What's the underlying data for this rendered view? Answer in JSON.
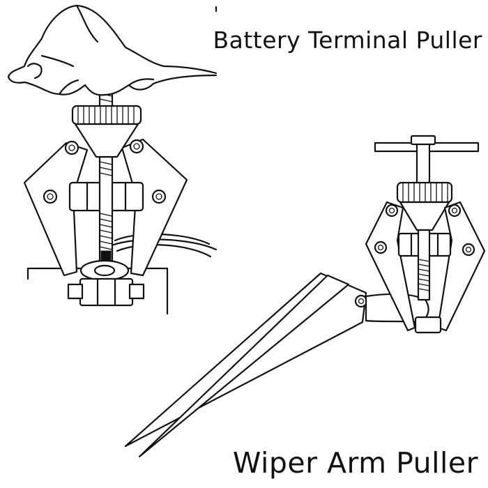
{
  "labels": {
    "battery": "Battery Terminal Puller",
    "wiper": "Wiper Arm Puller"
  },
  "icons": {
    "left_illustration": "battery-terminal-puller-illustration",
    "right_illustration": "wiper-arm-puller-illustration"
  },
  "colors": {
    "background": "#ffffff",
    "ink": "#111111"
  }
}
